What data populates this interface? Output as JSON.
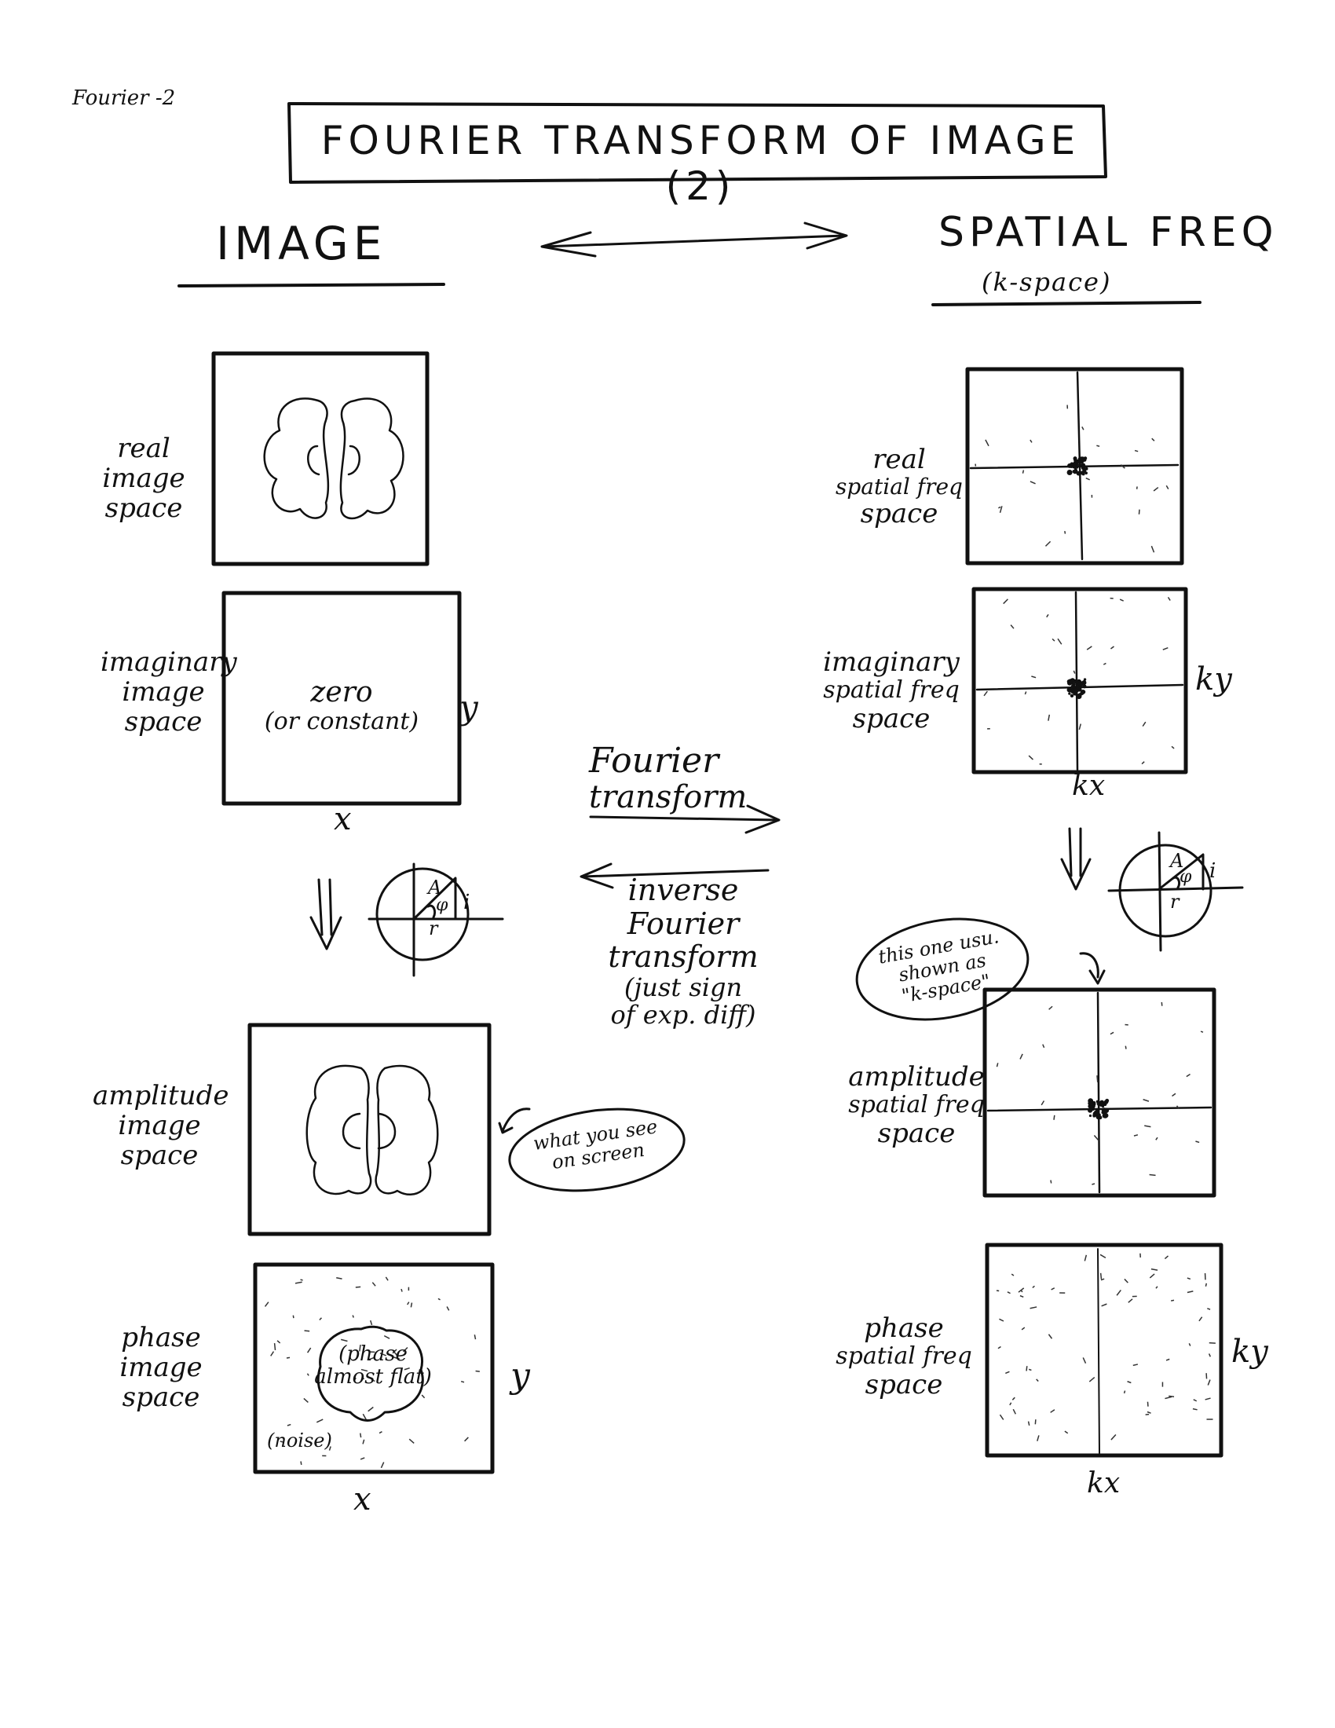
{
  "page_tag": "Fourier -2",
  "title": "FOURIER TRANSFORM OF IMAGE (2)",
  "left_heading": "IMAGE",
  "right_heading": "SPATIAL FREQ",
  "right_subheading": "(k-space)",
  "left_panels": [
    {
      "label_lines": [
        "real",
        "image",
        "space"
      ]
    },
    {
      "label_lines": [
        "imaginary",
        "image",
        "space"
      ],
      "content_lines": [
        "zero",
        "(or constant)"
      ],
      "y_axis": "y",
      "x_axis": "x"
    },
    {
      "label_lines": [
        "amplitude",
        "image",
        "space"
      ]
    },
    {
      "label_lines": [
        "phase",
        "image",
        "space"
      ],
      "content_lines": [
        "(phase",
        "almost flat)"
      ],
      "noise_note": "(noise)",
      "y_axis": "y",
      "x_axis": "x"
    }
  ],
  "right_panels": [
    {
      "label_lines": [
        "real",
        "spatial freq",
        "space"
      ]
    },
    {
      "label_lines": [
        "imaginary",
        "spatial freq",
        "space"
      ],
      "y_axis": "ky",
      "x_axis": "kx"
    },
    {
      "label_lines": [
        "amplitude",
        "spatial freq",
        "space"
      ]
    },
    {
      "label_lines": [
        "phase",
        "spatial freq",
        "space"
      ],
      "y_axis": "ky",
      "x_axis": "kx"
    }
  ],
  "polar_labels": {
    "A": "A",
    "phi": "φ",
    "i": "i",
    "r": "r"
  },
  "forward_label_lines": [
    "Fourier",
    "transform"
  ],
  "inverse_label_lines": [
    "inverse",
    "Fourier",
    "transform",
    "(just sign",
    "of exp. diff)"
  ],
  "left_callout": [
    "what you see",
    "on screen"
  ],
  "right_callout": [
    "this one usu.",
    "shown as",
    "\"k-space\""
  ]
}
